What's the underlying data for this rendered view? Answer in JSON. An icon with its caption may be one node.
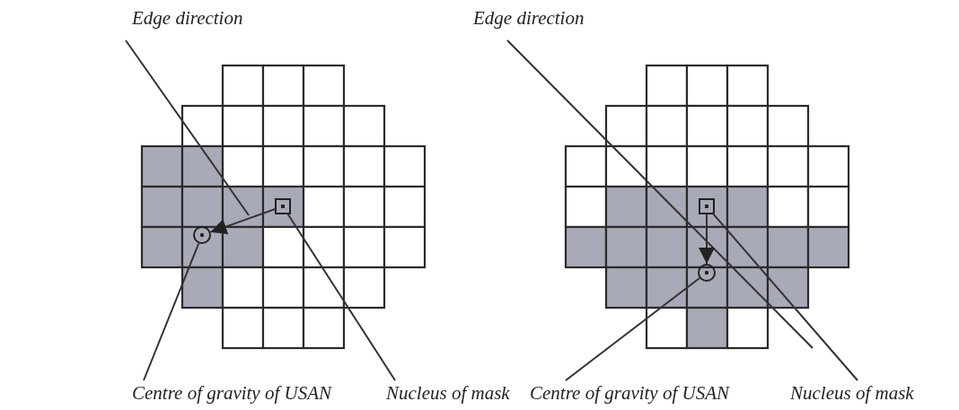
{
  "diagram": {
    "nodes": [
      {
        "text": [],
        "shape": "box"
      },
      {
        "text": [],
        "shape": "circle"
      },
      {
        "text": [],
        "shape": "box"
      },
      {
        "text": [],
        "shape": "circle"
      },
      {
        "text": [
          "Centre of gravity of USAN"
        ]
      },
      {
        "text": [
          "Nucleus of mask"
        ]
      },
      {
        "text": [
          "Centre of gravity of USAN"
        ]
      },
      {
        "text": [
          "Nucleus of mask"
        ]
      }
    ],
    "edges": [
      {
        "from": 4,
        "to": 1,
        "arrow": "none"
      },
      {
        "from": 5,
        "to": 0,
        "arrow": "none"
      },
      {
        "from": 0,
        "to": 1,
        "arrow": "to"
      },
      {
        "from": 6,
        "to": 3,
        "arrow": "none"
      },
      {
        "from": 7,
        "to": 2,
        "arrow": "none"
      },
      {
        "from": 2,
        "to": 3,
        "arrow": "to"
      }
    ],
    "labels": [
      "Edge direction",
      "Edge direction"
    ]
  }
}
